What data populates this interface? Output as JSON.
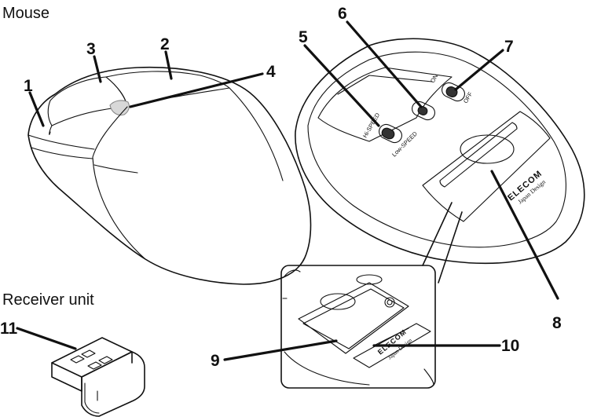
{
  "headings": {
    "mouse": "Mouse",
    "receiver": "Receiver unit"
  },
  "callouts": {
    "c1": "1",
    "c2": "2",
    "c3": "3",
    "c4": "4",
    "c5": "5",
    "c6": "6",
    "c7": "7",
    "c8": "8",
    "c9": "9",
    "c10": "10",
    "c11": "11"
  },
  "switch_labels": {
    "hi_speed": "Hi-SPEED",
    "low_speed": "Low-SPEED",
    "on": "ON",
    "off": "OFF"
  },
  "branding": {
    "logo": "ELECOM",
    "tagline": "Japan Design"
  }
}
